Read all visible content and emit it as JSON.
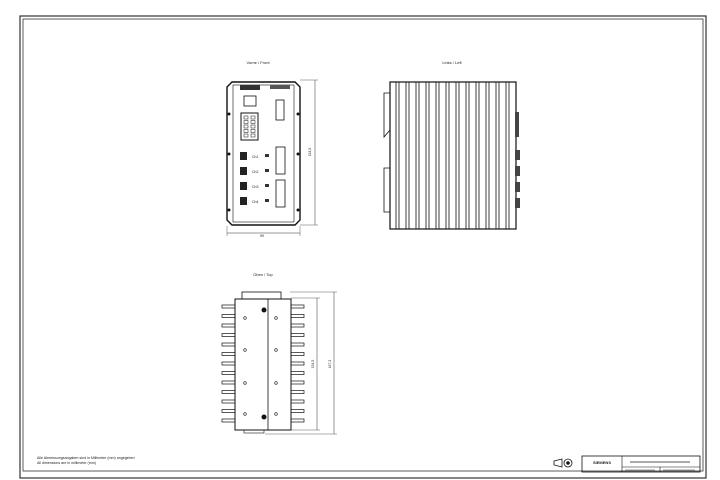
{
  "views": {
    "front_label": "Vorne / Front",
    "left_label": "Links / Left",
    "top_label": "Oben / Top"
  },
  "dimensions": {
    "front_width": "99",
    "front_height": "154,5",
    "top_inner": "154,5",
    "top_outer": "167,2"
  },
  "front_ports": [
    "Ch1",
    "Ch2",
    "Ch3",
    "Ch4"
  ],
  "notes": {
    "line1": "Alle Abmessungsangaben sind in Millimeter (mm) angegeben",
    "line2": "All dimensions are in millimeter (mm)"
  },
  "title_block": {
    "company": "SIEMENS"
  }
}
